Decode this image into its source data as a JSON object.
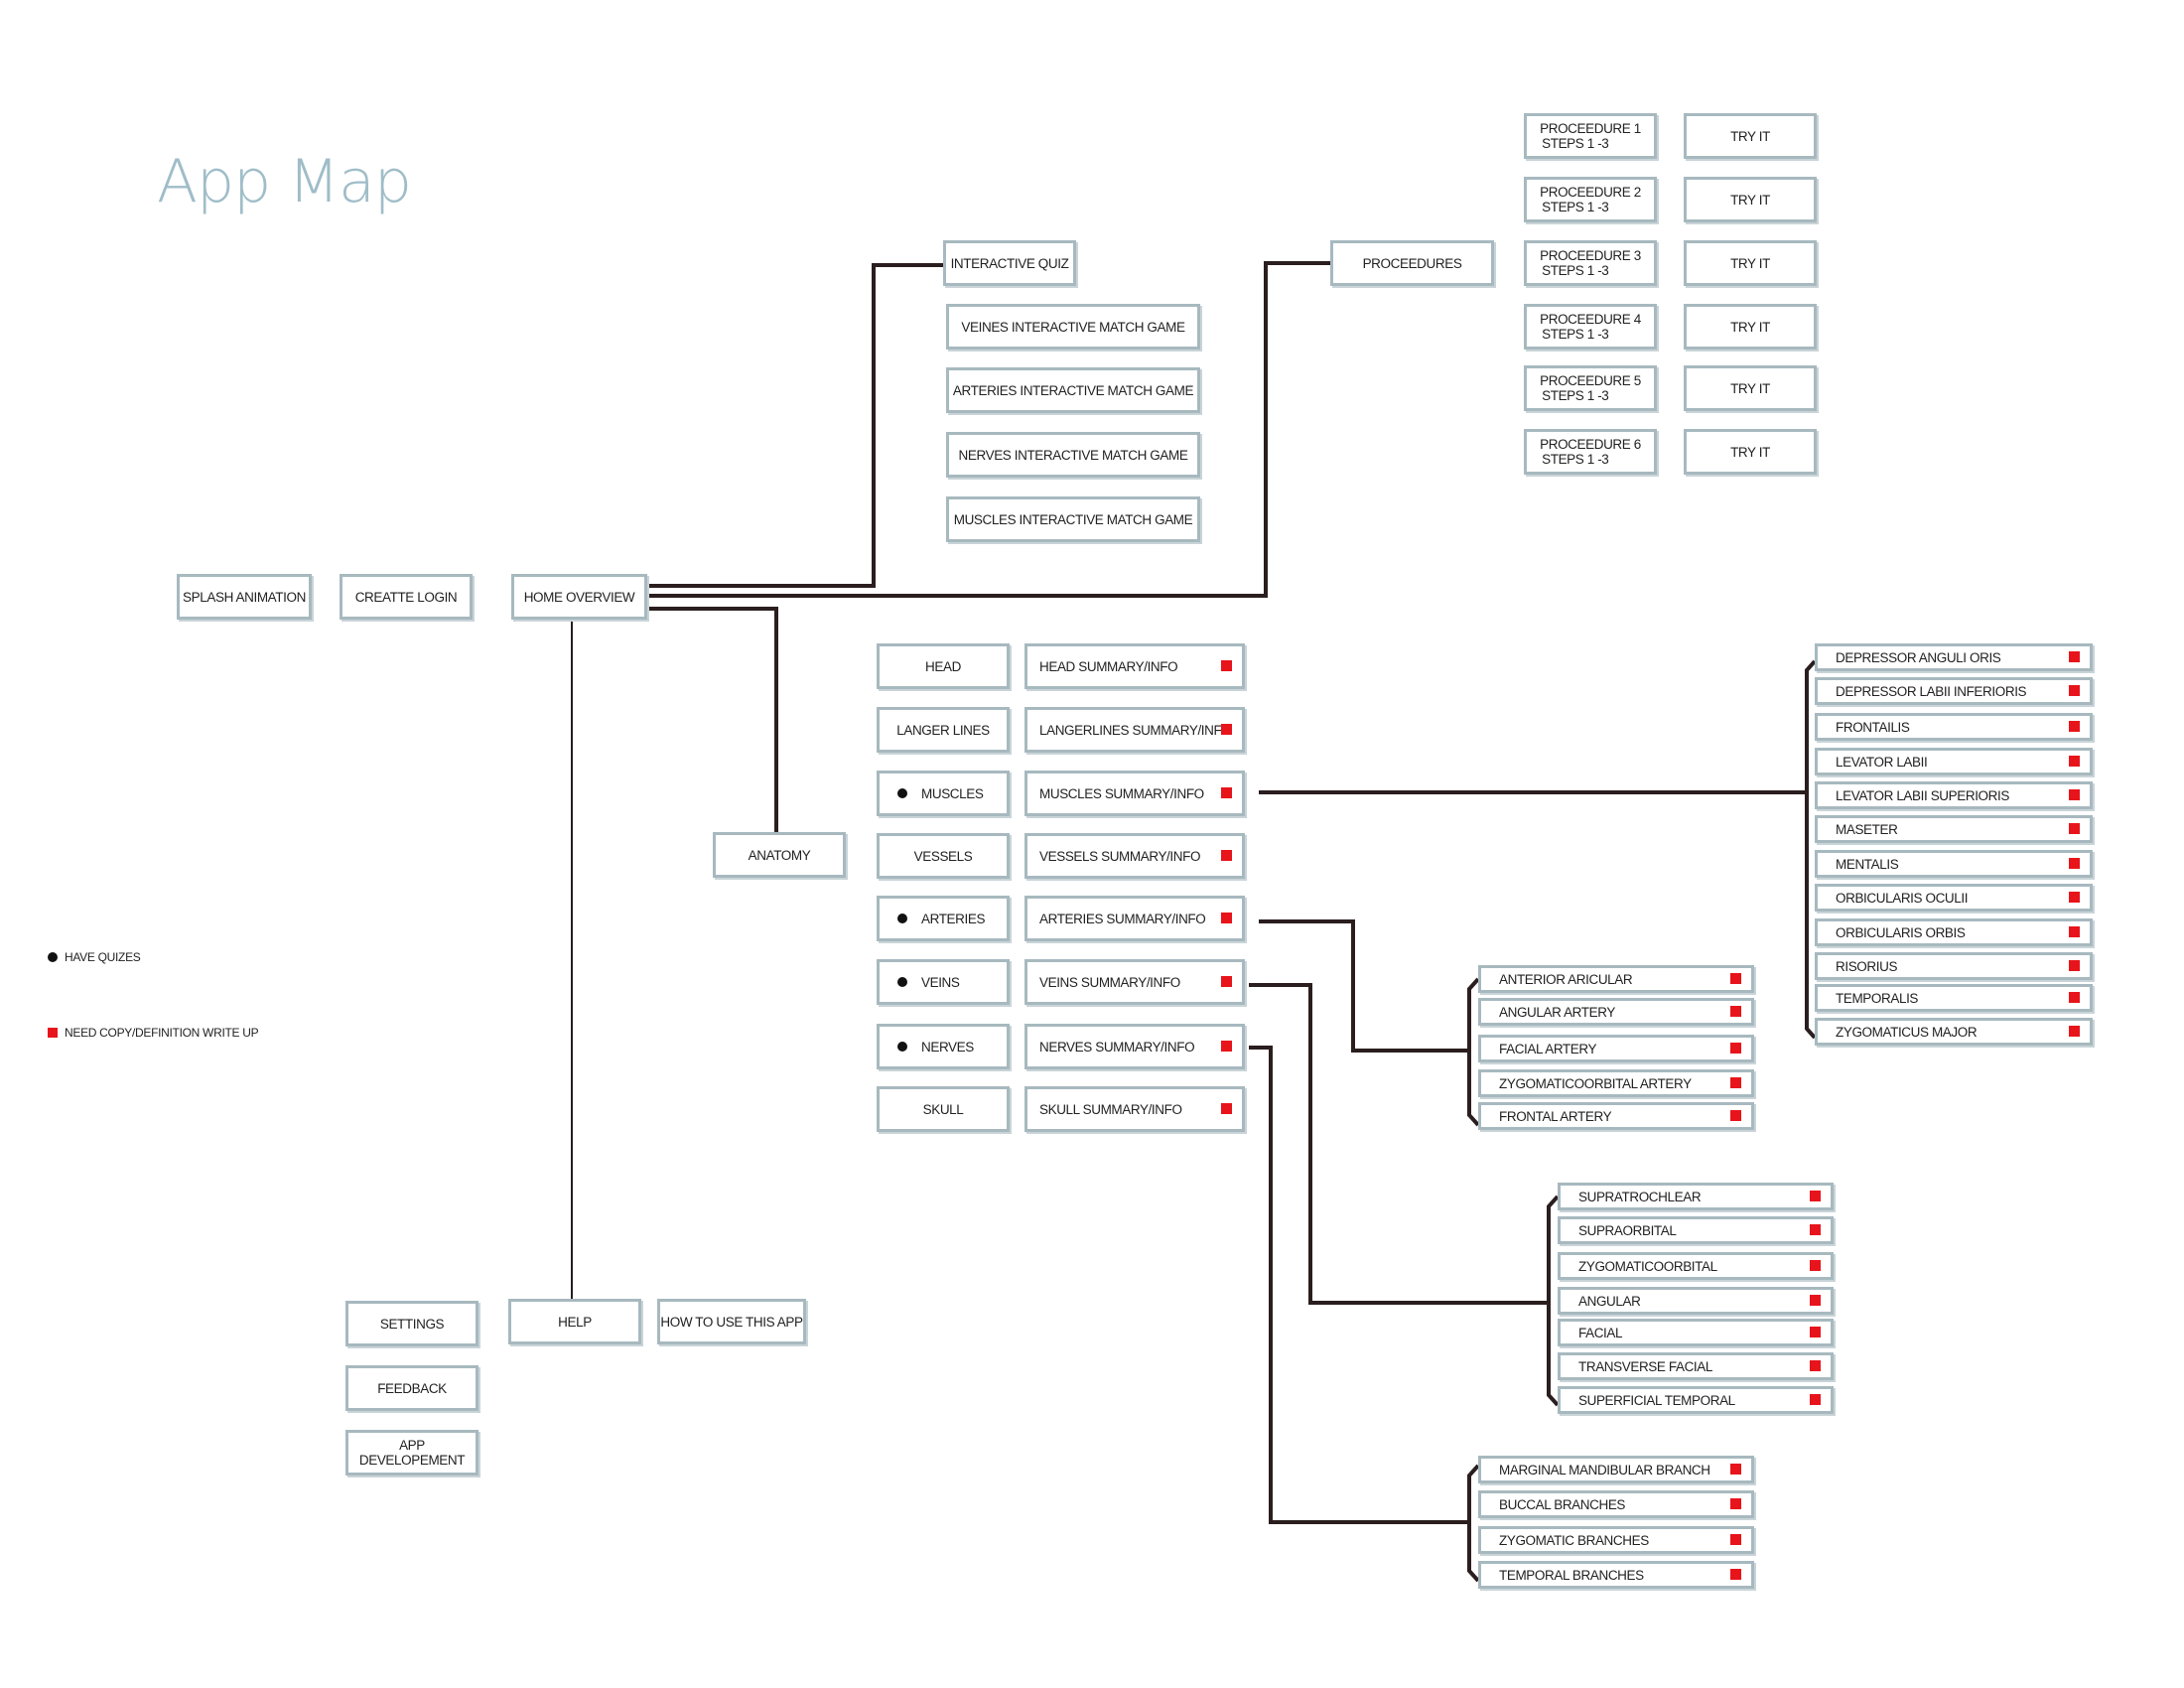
{
  "title": "App Map",
  "legend": {
    "have_quizes": "HAVE QUIZES",
    "need_copy": "NEED COPY/DEFINITION WRITE UP"
  },
  "colors": {
    "line": "#2b1e1e",
    "box_border": "#a7b9bf",
    "marker_red": "#e8141b",
    "title": "#9fbdc8"
  },
  "flow": {
    "splash": "SPLASH ANIMATION",
    "login": "CREATTE LOGIN",
    "home": "HOME OVERVIEW"
  },
  "quiz": {
    "main": "INTERACTIVE QUIZ",
    "games": [
      "VEINES INTERACTIVE MATCH GAME",
      "ARTERIES INTERACTIVE MATCH GAME",
      "NERVES INTERACTIVE MATCH GAME",
      "MUSCLES INTERACTIVE MATCH GAME"
    ]
  },
  "procedures": {
    "main": "PROCEEDURES",
    "items": [
      {
        "line1": "PROCEEDURE 1",
        "line2": "STEPS 1 -3",
        "try": "TRY IT"
      },
      {
        "line1": "PROCEEDURE 2",
        "line2": "STEPS 1 -3",
        "try": "TRY IT"
      },
      {
        "line1": "PROCEEDURE 3",
        "line2": "STEPS 1 -3",
        "try": "TRY IT"
      },
      {
        "line1": "PROCEEDURE 4",
        "line2": "STEPS 1 -3",
        "try": "TRY IT"
      },
      {
        "line1": "PROCEEDURE 5",
        "line2": "STEPS 1 -3",
        "try": "TRY IT"
      },
      {
        "line1": "PROCEEDURE 6",
        "line2": "STEPS 1 -3",
        "try": "TRY IT"
      }
    ]
  },
  "anatomy": {
    "main": "ANATOMY",
    "categories": [
      {
        "label": "HEAD",
        "has_quiz": false,
        "summary": "HEAD SUMMARY/INFO"
      },
      {
        "label": "LANGER LINES",
        "has_quiz": false,
        "summary": "LANGERLINES SUMMARY/INFO"
      },
      {
        "label": "MUSCLES",
        "has_quiz": true,
        "summary": "MUSCLES SUMMARY/INFO"
      },
      {
        "label": "VESSELS",
        "has_quiz": false,
        "summary": "VESSELS SUMMARY/INFO"
      },
      {
        "label": "ARTERIES",
        "has_quiz": true,
        "summary": "ARTERIES SUMMARY/INFO"
      },
      {
        "label": "VEINS",
        "has_quiz": true,
        "summary": "VEINS SUMMARY/INFO"
      },
      {
        "label": "NERVES",
        "has_quiz": true,
        "summary": "NERVES SUMMARY/INFO"
      },
      {
        "label": "SKULL",
        "has_quiz": false,
        "summary": "SKULL SUMMARY/INFO"
      }
    ]
  },
  "muscles_list": [
    "DEPRESSOR ANGULI ORIS",
    "DEPRESSOR LABII INFERIORIS",
    "FRONTAILIS",
    "LEVATOR LABII",
    "LEVATOR LABII SUPERIORIS",
    "MASETER",
    "MENTALIS",
    "ORBICULARIS OCULII",
    "ORBICULARIS ORBIS",
    "RISORIUS",
    "TEMPORALIS",
    "ZYGOMATICUS MAJOR"
  ],
  "arteries_list": [
    "ANTERIOR ARICULAR",
    "ANGULAR ARTERY",
    "FACIAL ARTERY",
    "ZYGOMATICOORBITAL ARTERY",
    "FRONTAL ARTERY"
  ],
  "veins_list": [
    "SUPRATROCHLEAR",
    "SUPRAORBITAL",
    "ZYGOMATICOORBITAL",
    "ANGULAR",
    "FACIAL",
    "TRANSVERSE FACIAL",
    "SUPERFICIAL TEMPORAL"
  ],
  "nerves_list": [
    "MARGINAL MANDIBULAR BRANCH",
    "BUCCAL BRANCHES",
    "ZYGOMATIC BRANCHES",
    "TEMPORAL BRANCHES"
  ],
  "help": {
    "main": "HELP",
    "how_to": "HOW TO USE THIS APP",
    "settings": "SETTINGS",
    "feedback": "FEEDBACK",
    "dev": "APP DEVELOPEMENT"
  }
}
